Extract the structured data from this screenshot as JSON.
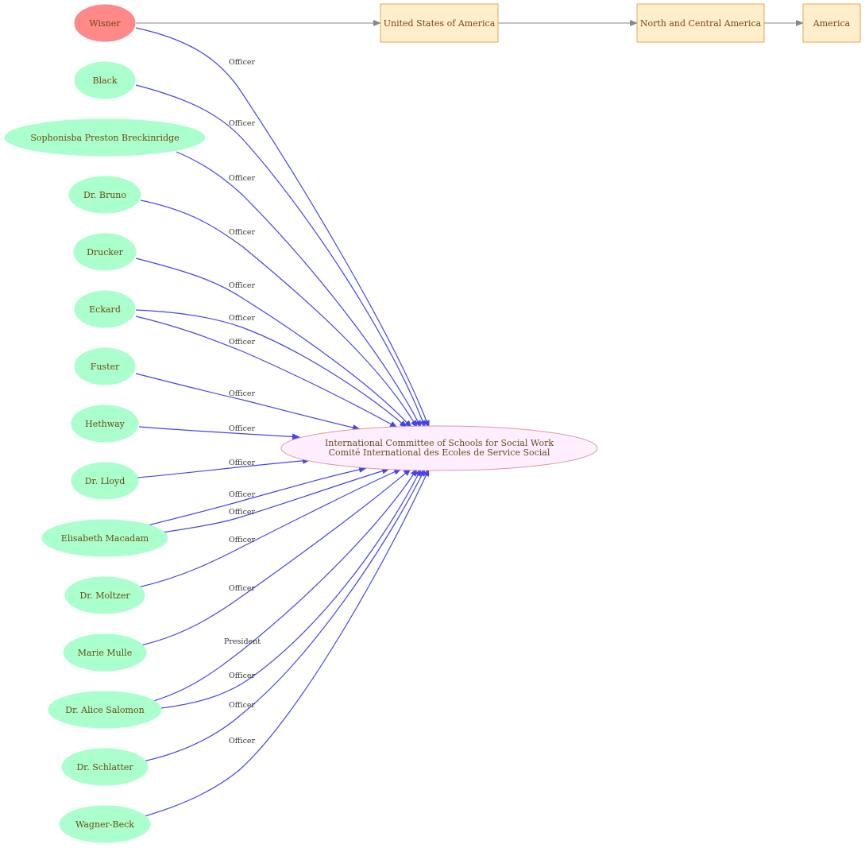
{
  "colors": {
    "person_fill": "#aaffcc",
    "highlight_fill": "#ff8888",
    "org_fill": "#ffeeff",
    "org_stroke": "#dd9999",
    "place_fill": "#ffeecc",
    "place_stroke": "#ddaa55",
    "edge_blue": "#4444ee",
    "edge_grey": "#888888",
    "label_text": "#6b4a12"
  },
  "central_org": {
    "line1": "International Committee of Schools for Social Work",
    "line2": "Comité International des Ecoles de Service Social"
  },
  "places": [
    {
      "id": "usa",
      "label": "United States of America"
    },
    {
      "id": "nca",
      "label": "North and Central America"
    },
    {
      "id": "america",
      "label": "America"
    }
  ],
  "people": [
    {
      "id": "wisner",
      "label": "Wisner",
      "highlight": true,
      "role": "Officer"
    },
    {
      "id": "black",
      "label": "Black",
      "role": "Officer"
    },
    {
      "id": "breckinridge",
      "label": "Sophonisba Preston Breckinridge",
      "role": "Officer"
    },
    {
      "id": "bruno",
      "label": "Dr. Bruno",
      "role": "Officer"
    },
    {
      "id": "drucker",
      "label": "Drucker",
      "role": "Officer"
    },
    {
      "id": "eckard",
      "label": "Eckard",
      "role": "Officer",
      "role2": "Officer"
    },
    {
      "id": "fuster",
      "label": "Fuster",
      "role": "Officer"
    },
    {
      "id": "hethway",
      "label": "Hethway",
      "role": "Officer"
    },
    {
      "id": "lloyd",
      "label": "Dr. Lloyd",
      "role": "Officer"
    },
    {
      "id": "macadam",
      "label": "Elisabeth Macadam",
      "role": "Officer",
      "role2": "Officer"
    },
    {
      "id": "moltzer",
      "label": "Dr. Moltzer",
      "role": "Officer"
    },
    {
      "id": "mulle",
      "label": "Marie Mulle",
      "role": "Officer"
    },
    {
      "id": "salomon",
      "label": "Dr. Alice Salomon",
      "role": "President",
      "role2": "Officer"
    },
    {
      "id": "schlatter",
      "label": "Dr. Schlatter",
      "role": "Officer"
    },
    {
      "id": "wagner",
      "label": "Wagner-Beck",
      "role": "Officer"
    }
  ]
}
